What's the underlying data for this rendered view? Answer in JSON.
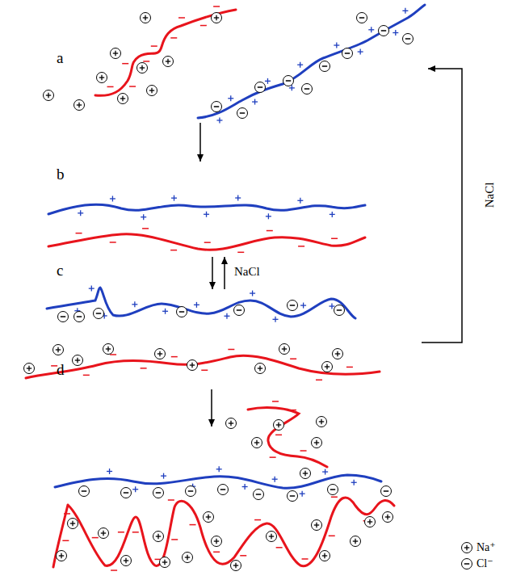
{
  "diagram": {
    "labels": [
      "a",
      "b",
      "c",
      "d",
      "NaCl",
      "NaCl"
    ],
    "legend": [
      {
        "text": "Na⁺"
      },
      {
        "text": "Cl⁻"
      }
    ]
  }
}
